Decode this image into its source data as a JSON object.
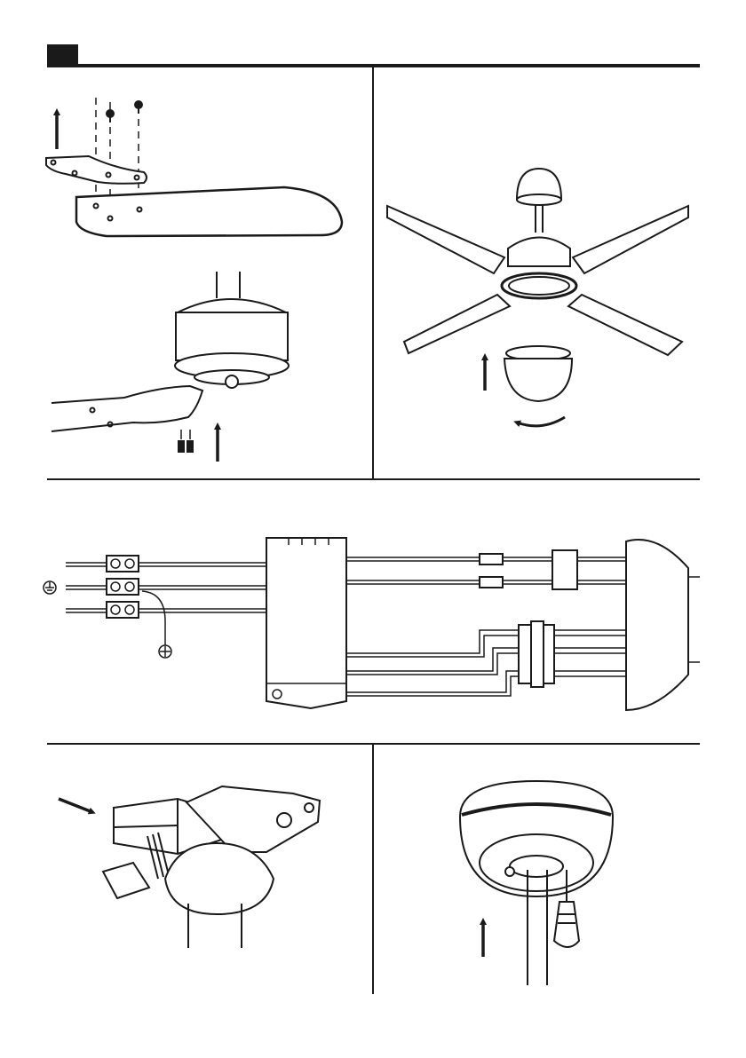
{
  "page": {
    "header_tab_text": "",
    "colors": {
      "ink": "#1a1a1a",
      "paper": "#ffffff",
      "fill_light": "#f2f2f2"
    }
  },
  "panels": [
    {
      "id": "blade-bracket-attach",
      "step_label": "",
      "icons": [
        "screw-icon",
        "up-arrow-icon"
      ]
    },
    {
      "id": "light-kit-install",
      "step_label": "",
      "icons": [
        "up-arrow-icon",
        "rotate-arrow-icon"
      ]
    },
    {
      "id": "wiring-diagram",
      "step_label": "",
      "icons": [
        "earth-icon",
        "terminal-block-icon",
        "connector-icon"
      ]
    },
    {
      "id": "canopy-hook-up",
      "step_label": "",
      "icons": [
        "arrow-icon",
        "receiver-box-icon"
      ]
    },
    {
      "id": "canopy-screw-fix",
      "step_label": "",
      "icons": [
        "up-arrow-icon",
        "screwdriver-icon"
      ]
    }
  ]
}
